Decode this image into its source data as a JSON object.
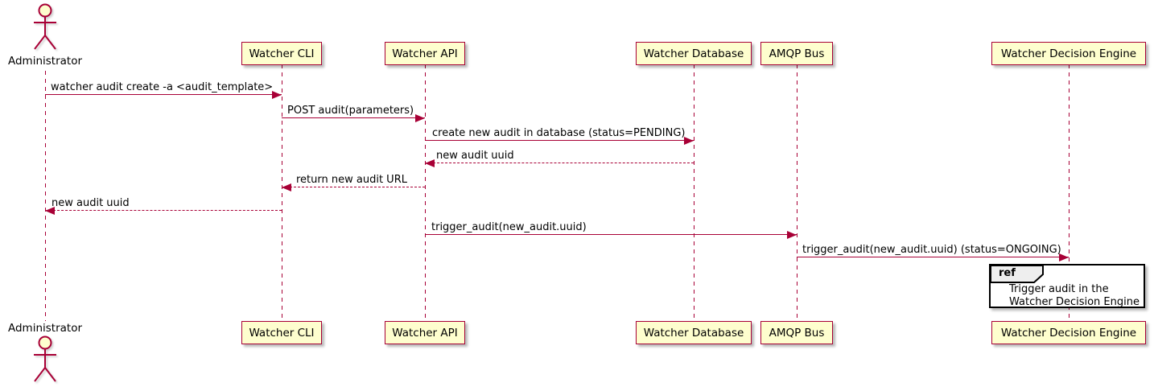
{
  "participants": [
    {
      "name": "Administrator",
      "type": "actor"
    },
    {
      "name": "Watcher CLI",
      "type": "participant"
    },
    {
      "name": "Watcher API",
      "type": "participant"
    },
    {
      "name": "Watcher Database",
      "type": "participant"
    },
    {
      "name": "AMQP Bus",
      "type": "participant"
    },
    {
      "name": "Watcher Decision Engine",
      "type": "participant"
    }
  ],
  "messages": [
    {
      "from": "Administrator",
      "to": "Watcher CLI",
      "label": "watcher audit create -a <audit_template>",
      "line": "solid"
    },
    {
      "from": "Watcher CLI",
      "to": "Watcher API",
      "label": "POST audit(parameters)",
      "line": "solid"
    },
    {
      "from": "Watcher API",
      "to": "Watcher Database",
      "label": "create new audit in database (status=PENDING)",
      "line": "solid"
    },
    {
      "from": "Watcher Database",
      "to": "Watcher API",
      "label": "new audit uuid",
      "line": "dashed"
    },
    {
      "from": "Watcher API",
      "to": "Watcher CLI",
      "label": "return new audit URL",
      "line": "dashed"
    },
    {
      "from": "Watcher CLI",
      "to": "Administrator",
      "label": "new audit uuid",
      "line": "dashed"
    },
    {
      "from": "Watcher API",
      "to": "AMQP Bus",
      "label": "trigger_audit(new_audit.uuid)",
      "line": "solid"
    },
    {
      "from": "AMQP Bus",
      "to": "Watcher Decision Engine",
      "label": "trigger_audit(new_audit.uuid) (status=ONGOING)",
      "line": "solid"
    }
  ],
  "ref_fragment": {
    "keyword": "ref",
    "lines": [
      "Trigger audit in the",
      "Watcher Decision Engine"
    ]
  },
  "colors": {
    "participant_fill": "#fefece",
    "stroke": "#a80036",
    "text": "#000000",
    "ref_header_fill": "#eeeeee",
    "ref_border": "#000000",
    "background": "#ffffff"
  }
}
